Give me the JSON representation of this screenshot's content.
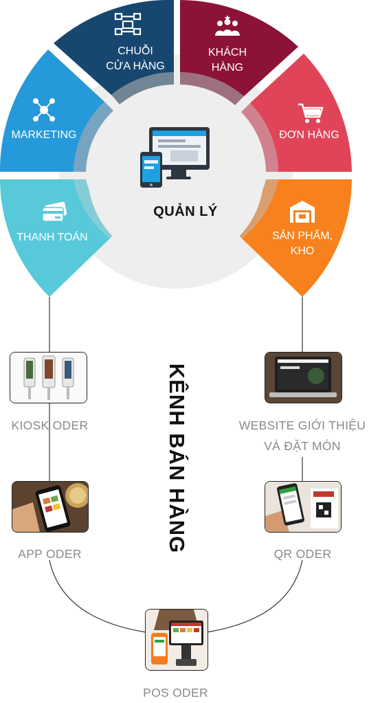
{
  "center": {
    "title": "QUẢN LÝ",
    "icon": "desktop-management-icon"
  },
  "segments": [
    {
      "line1": "CHUỖI",
      "line2": "CỬA HÀNG",
      "icon": "store-chain-icon",
      "color": "#17476f"
    },
    {
      "line1": "KHÁCH",
      "line2": "HÀNG",
      "icon": "customers-icon",
      "color": "#8c1238"
    },
    {
      "line1": "ĐƠN HÀNG",
      "line2": "",
      "icon": "cart-icon",
      "color": "#e04458"
    },
    {
      "line1": "SẢN PHẨM,",
      "line2": "KHO",
      "icon": "warehouse-icon",
      "color": "#f7821d"
    },
    {
      "line1": "THANH TOÁN",
      "line2": "",
      "icon": "payment-card-icon",
      "color": "#57c9d9"
    },
    {
      "line1": "MARKETING",
      "line2": "",
      "icon": "network-icon",
      "color": "#2599d9"
    }
  ],
  "sales_title": "KÊNH BÁN HÀNG",
  "channels": {
    "kiosk": {
      "label": "KIOSK ODER",
      "image": "kiosk-photo"
    },
    "website": {
      "line1": "WEBSITE GIỚI THIỆU",
      "line2": "VÀ ĐẶT MÓN",
      "image": "laptop-photo"
    },
    "app": {
      "label": "APP ODER",
      "image": "phone-app-photo"
    },
    "qr": {
      "label": "QR ODER",
      "image": "qr-phone-photo"
    },
    "pos": {
      "label": "POS ODER",
      "image": "pos-terminal-photo"
    }
  }
}
